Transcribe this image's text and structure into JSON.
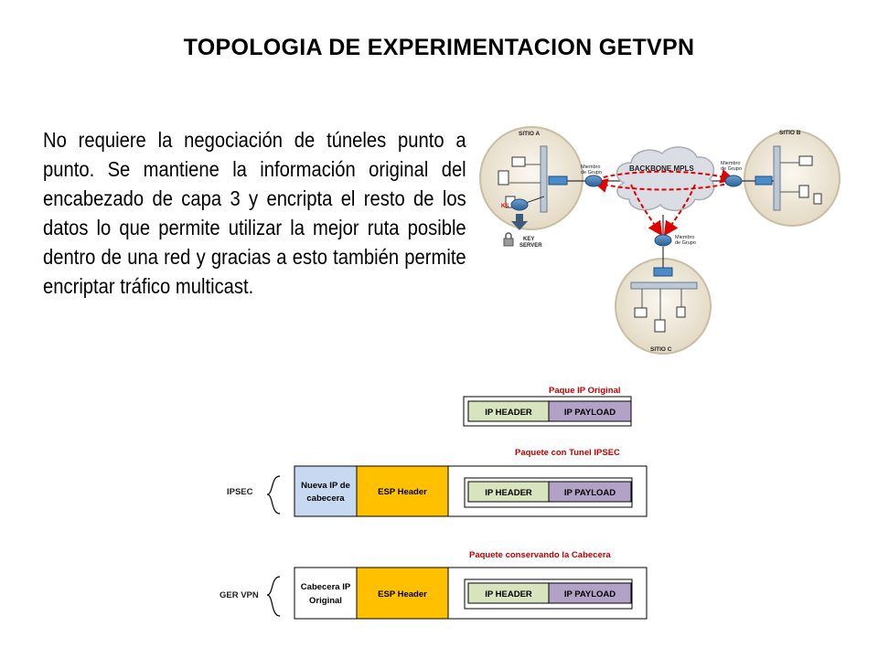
{
  "title": "TOPOLOGIA DE EXPERIMENTACION GETVPN",
  "paragraph": "No requiere la negociación de túneles  punto a punto. Se mantiene la información original del encabezado de capa 3 y encripta el resto de los datos lo que permite utilizar la mejor ruta posible dentro de una red y gracias a esto también permite encriptar tráfico multicast.",
  "topology": {
    "site_a": "SITIO A",
    "site_b": "SITIO B",
    "site_c": "SITIO C",
    "backbone": "BACKBONE MPLS",
    "member_a_line1": "Miembro",
    "member_a_line2": "de Grupo",
    "member_b_line1": "Miembro",
    "member_b_line2": "de Grupo",
    "member_c_line1": "Miembro",
    "member_c_line2": "de Grupo",
    "ks": "KS",
    "key_server_line1": "KEY",
    "key_server_line2": "SERVER"
  },
  "packets": {
    "original_caption": "Paque IP Original",
    "ipsec_caption": "Paquete con Tunel IPSEC",
    "getvpn_caption": "Paquete conservando la Cabecera",
    "ip_header": "IP HEADER",
    "ip_payload": "IP PAYLOAD",
    "ipsec_label": "IPSEC",
    "getvpn_label": "GER VPN",
    "new_ip_line1": "Nueva IP de",
    "new_ip_line2": "cabecera",
    "orig_hdr_line1": "Cabecera IP",
    "orig_hdr_line2": "Original",
    "esp_header": "ESP Header"
  },
  "colors": {
    "ip_header_fill": "#d7e4bd",
    "ip_payload_fill": "#b3a2c7",
    "esp_fill": "#ffc000",
    "new_ip_fill": "#c6d9f1",
    "caption_red": "#c00000",
    "tunnel_red": "#e00000"
  }
}
